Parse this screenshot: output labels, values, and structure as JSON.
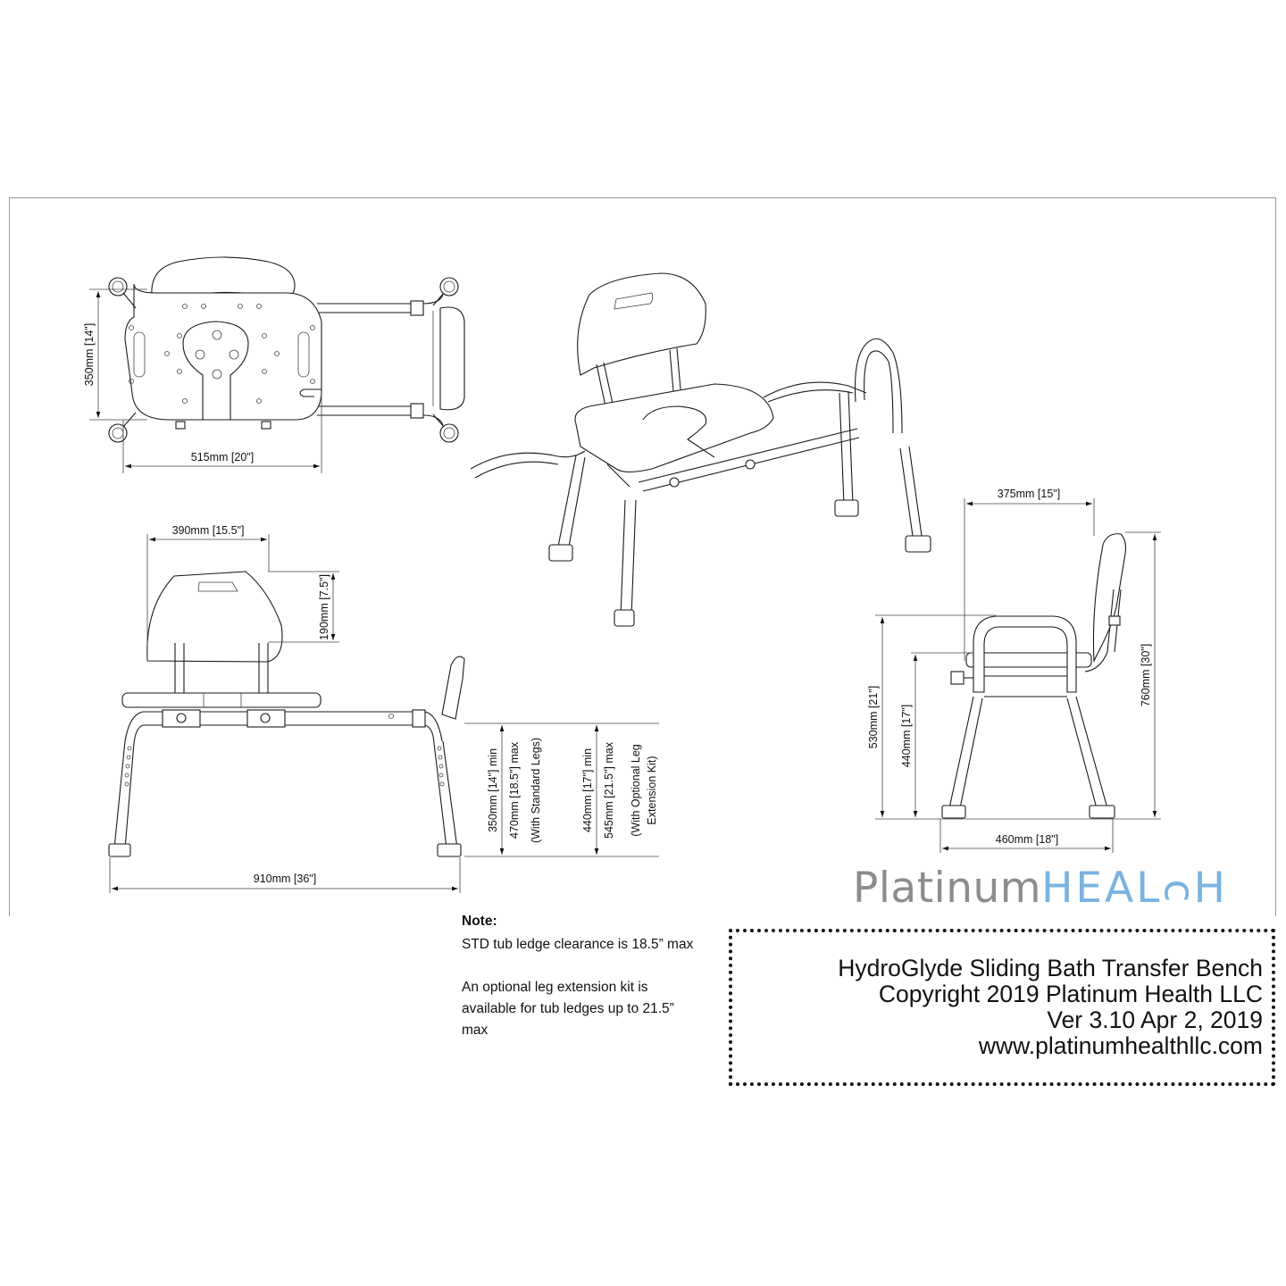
{
  "document": {
    "title": "HydroGlyde Sliding Bath Transfer Bench",
    "copyright": "Copyright 2019 Platinum Health LLC",
    "version": "Ver 3.10 Apr 2, 2019",
    "website": "www.platinumhealthllc.com"
  },
  "logo": {
    "part1": "Platinum",
    "part2": "HEAL",
    "part3": "H",
    "colors": {
      "platinum": "#8c8c8c",
      "health": "#7bb3e0"
    }
  },
  "note": {
    "heading": "Note:",
    "paragraphs": [
      "STD tub ledge clearance is 18.5” max",
      "An optional leg extension kit is available for tub ledges up to 21.5” max"
    ]
  },
  "views": {
    "top": {
      "depth": "350mm [14\"]",
      "width": "515mm [20\"]"
    },
    "front": {
      "backrest_width": "390mm [15.5\"]",
      "backrest_height": "190mm [7.5\"]",
      "overall_length": "910mm [36\"]",
      "std_legs_line1": "350mm [14\"] min",
      "std_legs_line2": "470mm [18.5\"] max",
      "std_legs_line3": "(With Standard Legs)",
      "ext_legs_line1": "440mm [17\"] min",
      "ext_legs_line2": "545mm [21.5\"] max",
      "ext_legs_line3": "(With Optional Leg",
      "ext_legs_line4": "Extension Kit)"
    },
    "side": {
      "seat_depth": "375mm [15\"]",
      "armrest_height": "530mm [21\"]",
      "seat_height": "440mm [17\"]",
      "overall_height": "760mm [30\"]",
      "leg_span": "460mm [18\"]"
    },
    "isometric": {
      "label": ""
    }
  }
}
